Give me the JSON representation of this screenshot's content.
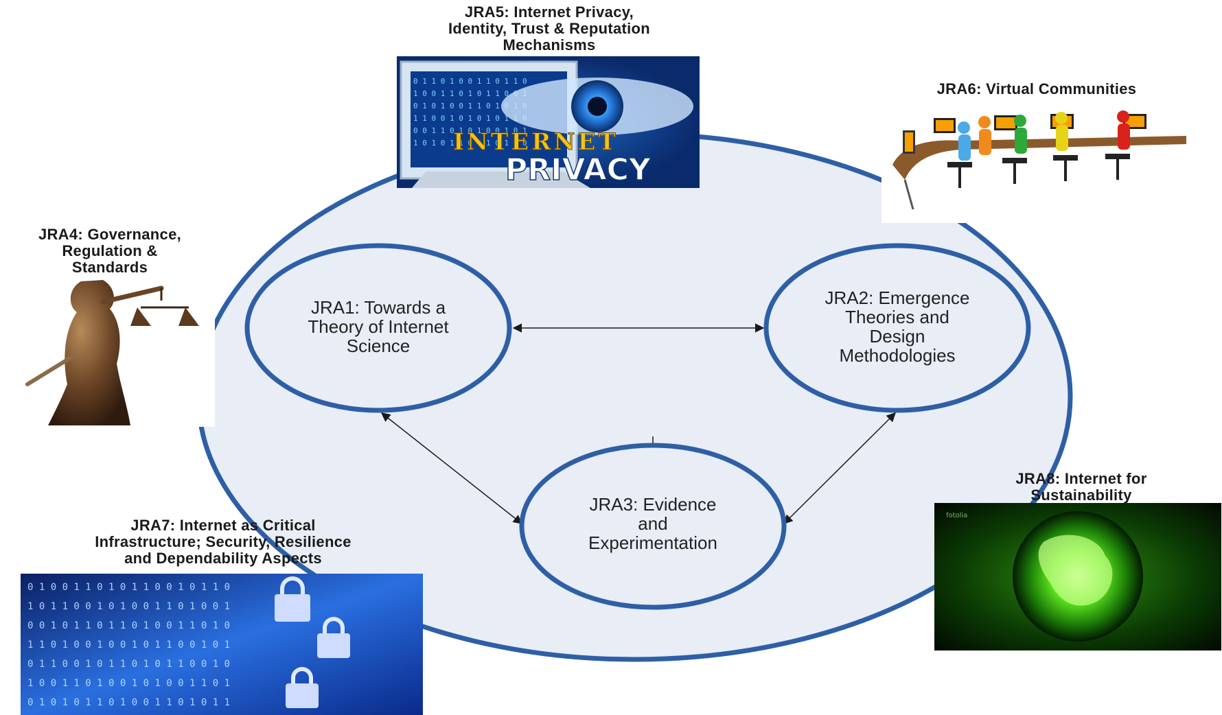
{
  "colors": {
    "outer_fill": "#e8edf6",
    "ring_stroke": "#2e5fa6",
    "arrow": "#1a1a1a"
  },
  "center": {
    "jra1": [
      "JRA1: Towards a",
      "Theory of Internet",
      "Science"
    ],
    "jra2": [
      "JRA2: Emergence",
      "Theories and",
      "Design",
      "Methodologies"
    ],
    "jra3": [
      "JRA3: Evidence",
      "and",
      "Experimentation"
    ]
  },
  "satellites": {
    "jra4": {
      "title": [
        "JRA4: Governance,",
        "Regulation &",
        "Standards"
      ],
      "image": "lady-justice-statue"
    },
    "jra5": {
      "title": [
        "JRA5: Internet Privacy,",
        "Identity, Trust & Reputation",
        "Mechanisms"
      ],
      "image": "internet-privacy-eye",
      "image_text": [
        "INTERNET",
        "PRIVACY"
      ]
    },
    "jra6": {
      "title": [
        "JRA6: Virtual Communities"
      ],
      "image": "people-at-computers"
    },
    "jra7": {
      "title": [
        "JRA7: Internet as Critical",
        "Infrastructure; Security, Resilience",
        "and Dependability Aspects"
      ],
      "image": "padlocks-binary-globe"
    },
    "jra8": {
      "title": [
        "JRA8: Internet for",
        "Sustainability"
      ],
      "image": "green-globe",
      "watermark": "fotolia"
    }
  },
  "edges": [
    {
      "from": "jra1",
      "to": "jra2",
      "type": "bidirectional"
    },
    {
      "from": "jra1",
      "to": "jra3",
      "type": "bidirectional"
    },
    {
      "from": "jra2",
      "to": "jra3",
      "type": "bidirectional"
    }
  ]
}
